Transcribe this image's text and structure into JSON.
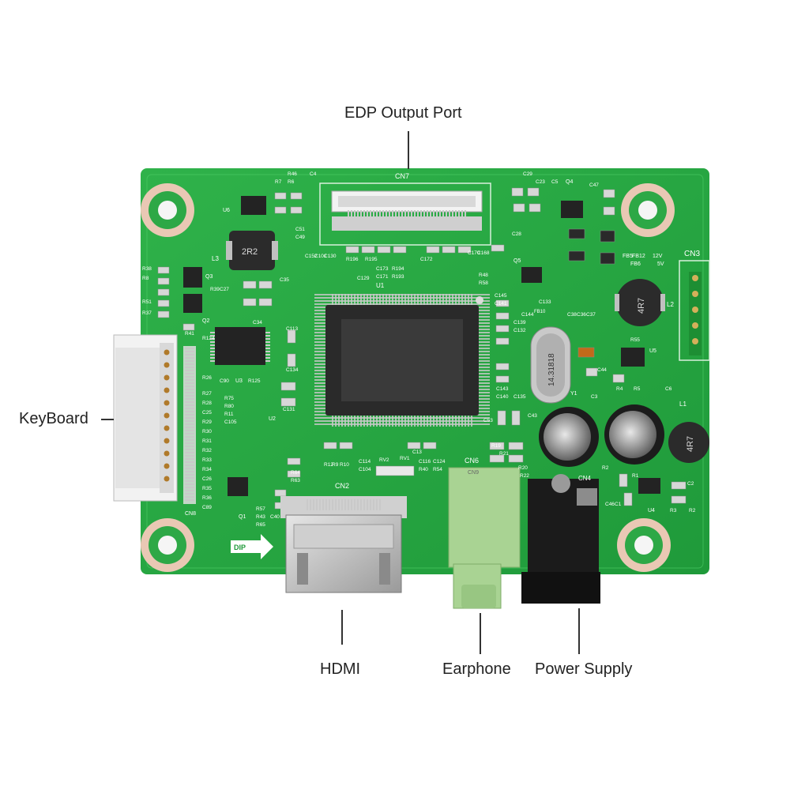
{
  "callouts": {
    "edp": "EDP Output Port",
    "keyboard": "KeyBoard",
    "hdmi": "HDMI",
    "earphone": "Earphone",
    "power": "Power Supply"
  },
  "silkscreen": {
    "cn7": "CN7",
    "cn3": "CN3",
    "cn2": "CN2",
    "cn6": "CN6",
    "cn8": "CN8",
    "cn4": "CN4",
    "l3": "L3",
    "l2": "L2",
    "l1": "L1",
    "u1": "U1",
    "u2": "U2",
    "u3": "U3",
    "u4": "U4",
    "u5": "U5",
    "u6": "U6",
    "q1": "Q1",
    "q2": "Q2",
    "q3": "Q3",
    "q4": "Q4",
    "q5": "Q5",
    "y1": "Y1",
    "dip": "DIP",
    "inductor_2r2": "2R2",
    "inductor_4r7_a": "4R7",
    "inductor_4r7_b": "4R7",
    "crystal": "14.31818",
    "v12": "12V",
    "v5": "5V",
    "fb5": "FB5",
    "fb6": "FB6",
    "fb12": "FB12",
    "r46": "R46",
    "c4": "C4",
    "r7": "R7",
    "r6": "R6",
    "c51": "C51",
    "c49": "C49",
    "c35": "C35",
    "c34": "C34",
    "c29": "C29",
    "c23": "C23",
    "c5": "C5",
    "c47": "C47",
    "c28": "C28",
    "r55": "R55",
    "r4": "R4",
    "r5": "R5",
    "c6": "C6",
    "c53": "C53",
    "c43": "C43",
    "r19": "R19",
    "r21": "R21",
    "r20": "R20",
    "r22": "R22",
    "c3": "C3",
    "c2": "C2",
    "r1": "R1",
    "r3": "R3",
    "r2": "R2",
    "c46": "C46",
    "c1": "C1",
    "r2x": "R2",
    "r57": "R57",
    "r43": "R43",
    "r65": "R65",
    "c40": "C40",
    "r64": "R64",
    "r63": "R63",
    "r12": "R12",
    "r9": "R9",
    "r10": "R10",
    "c114": "C114",
    "c104": "C104",
    "rv2": "RV2",
    "rv1": "RV1",
    "c116": "C116",
    "c124": "C124",
    "r40": "R40",
    "r54": "R54",
    "r38": "R38",
    "r8": "R8",
    "r51": "R51",
    "r37": "R37",
    "r39": "R39",
    "c27": "C27",
    "r41": "R41",
    "r124": "R124",
    "c90": "C90",
    "r125": "R125",
    "r75": "R75",
    "r80": "R80",
    "r11": "R11",
    "c105": "C105",
    "c131": "C131",
    "c134": "C134",
    "c113": "C113",
    "r26": "R26",
    "r27": "R27",
    "r28": "R28",
    "c25": "C25",
    "r29": "R29",
    "r30": "R30",
    "r31": "R31",
    "r32": "R32",
    "r33": "R33",
    "r34": "R34",
    "c26": "C26",
    "r35": "R35",
    "r36": "R36",
    "c89": "C89",
    "r48": "R48",
    "r58": "R58",
    "c145": "C145",
    "c141": "C141",
    "c144": "C144",
    "c139": "C139",
    "c132": "C132",
    "c143": "C143",
    "c140": "C140",
    "c135": "C135",
    "c38": "C38",
    "c36": "C36",
    "c37": "C37",
    "c44": "C44",
    "fb10": "FB10",
    "c129": "C129",
    "c173": "C173",
    "r194": "R194",
    "c171": "C171",
    "r193": "R193",
    "r196": "R196",
    "r195": "R195",
    "c152": "C152",
    "c101": "C101",
    "c130": "C130",
    "c170": "C170",
    "c168": "C168",
    "c172": "C172",
    "c133": "C133",
    "cn9": "CN9",
    "c13": "C13"
  }
}
